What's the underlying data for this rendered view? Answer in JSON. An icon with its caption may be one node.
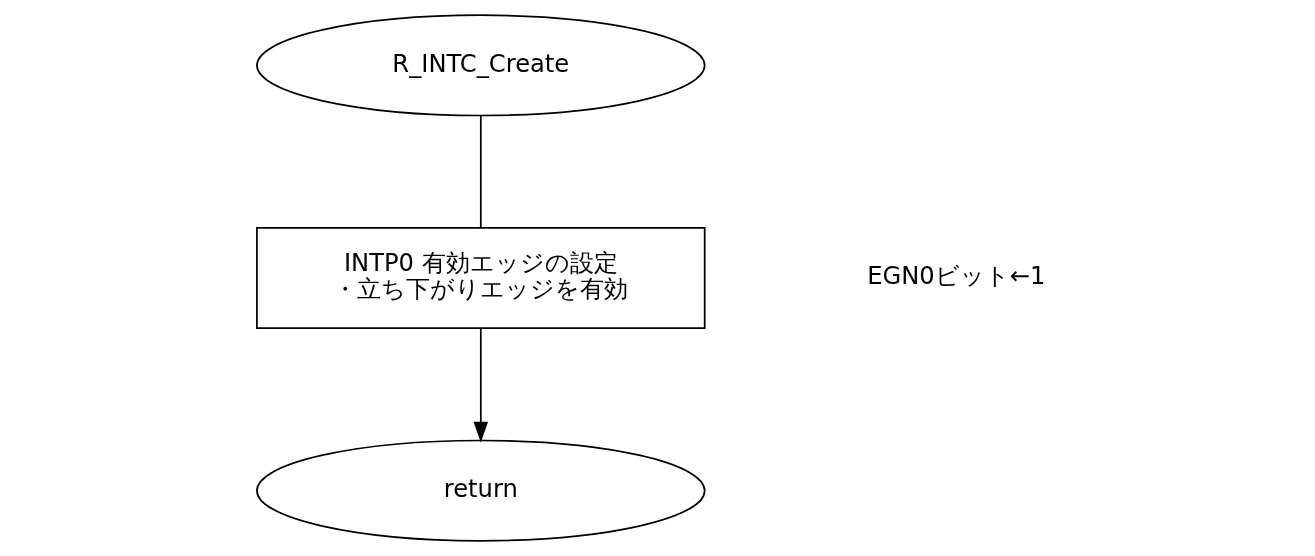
{
  "diagram": {
    "nodes": [
      {
        "text": [
          "R_INTC_Create"
        ]
      },
      {
        "text": [
          "INTP0 有効エッジの設定",
          "・立ち下がりエッジを有効"
        ]
      },
      {
        "text": [
          "return"
        ]
      }
    ],
    "edges": [
      {
        "from": 0,
        "to": 1,
        "arrow": "none"
      },
      {
        "from": 1,
        "to": 2,
        "arrow": "to"
      }
    ],
    "labels": [
      "EGN0ビット←1"
    ]
  }
}
